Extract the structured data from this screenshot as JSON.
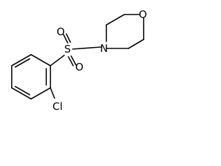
{
  "atoms": {
    "oxygen_morpholine": "O",
    "nitrogen": "N",
    "sulfur": "S",
    "oxygen_sulfonyl_top": "O",
    "oxygen_sulfonyl_bottom": "O",
    "chlorine": "Cl"
  }
}
